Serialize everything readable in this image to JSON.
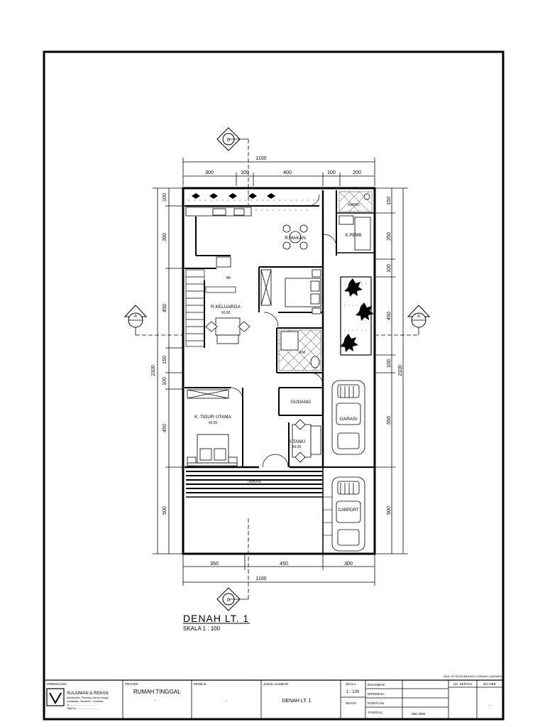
{
  "plan": {
    "title": "DENAH  LT.  1",
    "scale": "SKALA  1  :  100",
    "section_marker": "A",
    "elevation_marker": "D",
    "top_total": "1100",
    "top_dims": [
      "300",
      "100",
      "400",
      "100",
      "200"
    ],
    "bottom_dims": [
      "350",
      "450",
      "300"
    ],
    "bottom_total": "1100",
    "left_dims": [
      "100",
      "350",
      "450",
      "150",
      "100",
      "450",
      "500"
    ],
    "left_total": "2100",
    "right_dims": [
      "150",
      "250",
      "100",
      "450",
      "100",
      "550",
      "500"
    ],
    "right_total": "2100",
    "rooms": {
      "makan": "R.MAKAN",
      "keluarga": "R.KELUARGA",
      "keluarga_elev": "±0.00",
      "tidur_utama": "K. TIDUR UTAMA",
      "tidur_utama_elev": "±0.00",
      "tamu": "R.TAMU",
      "tamu_elev": "±0.00",
      "gudang": "GUDANG",
      "garasi": "GARASI",
      "km_wc": "KM/WC",
      "kpemb": "K.PEMB",
      "km": "KM",
      "teras": "TERAS",
      "carport": "CARPORT",
      "naik": "NK"
    }
  },
  "title_block": {
    "top_note": "BAK CIPTA DILINDUNGI UNDANG-UNDANG",
    "perencana_label": "PERENCANA",
    "firm_name": "SULAIMAN & REKAN",
    "firm_line1": "Architecture, Planning, Interior Design",
    "firm_line2": "Landscape, Structure, Contractor",
    "firm_line3": "Jl. ........................................",
    "firm_line4": "Telp/Fax ................................",
    "proyek_label": "PROYEK",
    "proyek_value": "RUMAH TINGGAL",
    "proyek_sub": "-",
    "pemilik_label": "PEMILIK",
    "pemilik_value": "-",
    "judul_label": "JUDUL GAMBAR",
    "judul_value": "DENAH  LT.  1",
    "skala_label": "SKALA",
    "skala_value": "1 : 100",
    "revisi_label": "REVISI",
    "digambar": "DIGAMBAR",
    "diperiksa": "DIPERIKSA",
    "disetujui": "DISETUJUI",
    "tanggal": "TANGGAL",
    "tanggal_value": "MEI 2005",
    "ukuran_label": "UK. KERTAS",
    "no_label": "NO.GBR",
    "no_value": "-"
  }
}
